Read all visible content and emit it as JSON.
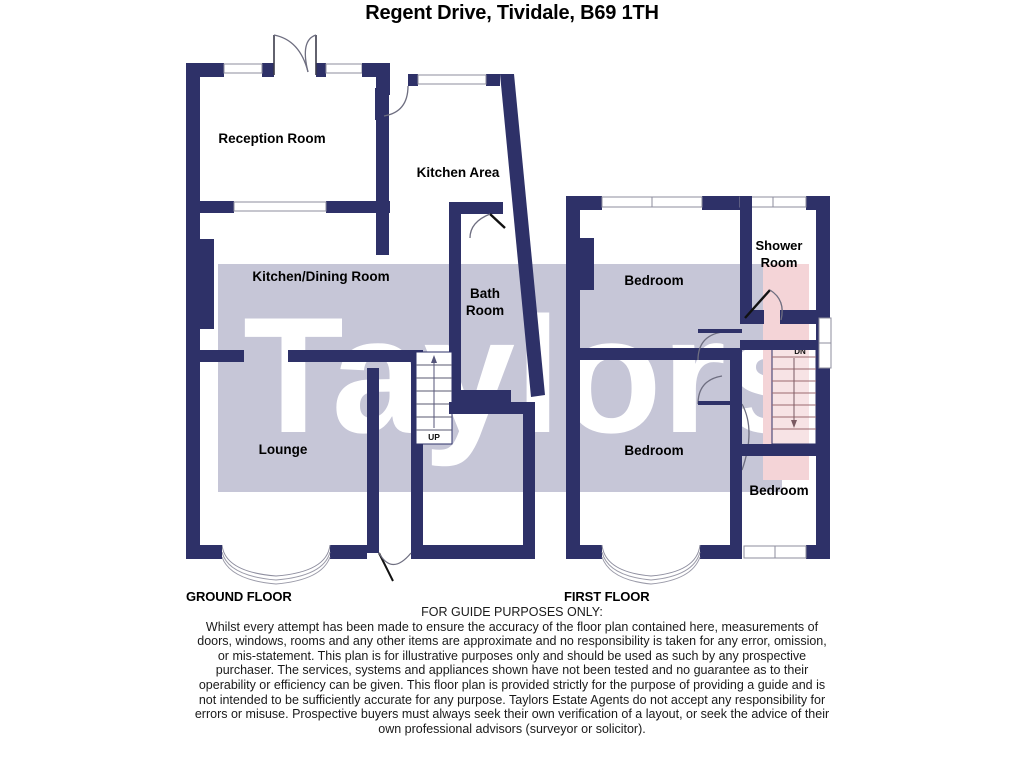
{
  "title": "Regent Drive, Tividale, B69 1TH",
  "colors": {
    "wall": "#2e3168",
    "shade": "#c6c6d7",
    "shower_fill": "#f4d4d7",
    "window": "#ffffff",
    "watermark": "#ffffff",
    "background": "#ffffff",
    "text": "#000000"
  },
  "watermark": {
    "text": "Taylors"
  },
  "floors": [
    {
      "id": "ground",
      "label": "GROUND FLOOR",
      "rooms": [
        {
          "name": "Reception Room",
          "label": "Reception Room"
        },
        {
          "name": "Kitchen Area",
          "label": "Kitchen Area"
        },
        {
          "name": "Kitchen/Dining Room",
          "label": "Kitchen/Dining Room"
        },
        {
          "name": "Bath Room",
          "label_line1": "Bath",
          "label_line2": "Room"
        },
        {
          "name": "Lounge",
          "label": "Lounge"
        }
      ],
      "stairs": {
        "direction_label": "UP"
      }
    },
    {
      "id": "first",
      "label": "FIRST FLOOR",
      "rooms": [
        {
          "name": "Bedroom 1",
          "label": "Bedroom"
        },
        {
          "name": "Shower Room",
          "label_line1": "Shower",
          "label_line2": "Room"
        },
        {
          "name": "Bedroom 2",
          "label": "Bedroom"
        },
        {
          "name": "Bedroom 3",
          "label": "Bedroom"
        }
      ],
      "stairs": {
        "direction_label": "DN"
      }
    }
  ],
  "disclaimer": {
    "heading": "FOR GUIDE PURPOSES ONLY:",
    "body": "Whilst every attempt has been made to ensure the accuracy of the floor plan contained here, measurements of doors, windows, rooms and any other items are approximate and no responsibility is taken for any error, omission, or mis-statement. This plan is for illustrative purposes only and should be used as such by any prospective purchaser. The services, systems and appliances shown have not been tested and no guarantee as to their operability or efficiency can be given. This floor plan is provided strictly for the purpose of providing a guide and is not intended to be sufficiently accurate for any purpose. Taylors Estate Agents do not accept any responsibility for errors or misuse. Prospective buyers must always seek their own verification of a layout, or seek the advice of their own professional advisors (surveyor or solicitor)."
  }
}
